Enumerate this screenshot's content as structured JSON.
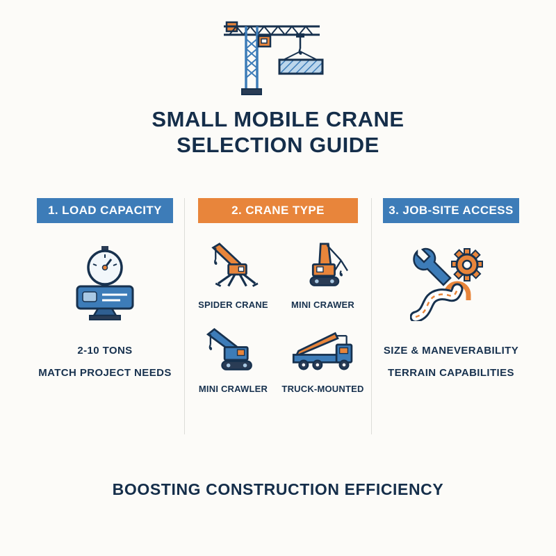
{
  "page": {
    "title_line1": "SMALL MOBILE CRANE",
    "title_line2": "SELECTION GUIDE",
    "footer": "BOOSTING CONSTRUCTION EFFICIENCY"
  },
  "colors": {
    "navy": "#17314e",
    "blue": "#3d7cb8",
    "orange": "#e8853b",
    "light_blue": "#a9c9e4",
    "track_dark": "#2a3c55",
    "background": "#fcfbf8",
    "divider": "#dcdcd8"
  },
  "hero_icon": "tower-crane-lifting-beam-icon",
  "columns": [
    {
      "header": "1. LOAD CAPACITY",
      "header_color": "#3d7cb8",
      "icon": "load-gauge-icon",
      "lines": [
        "2-10 TONS",
        "MATCH PROJECT NEEDS"
      ]
    },
    {
      "header": "2. CRANE TYPE",
      "header_color": "#e8853b",
      "items": [
        {
          "label": "SPIDER CRANE",
          "icon": "spider-crane-icon"
        },
        {
          "label": "MINI CRAWER",
          "icon": "mini-crawler-crane-icon"
        },
        {
          "label": "MINI CRAWLER",
          "icon": "mini-crawler-blue-crane-icon"
        },
        {
          "label": "TRUCK-MOUNTED",
          "icon": "truck-mounted-crane-icon"
        }
      ]
    },
    {
      "header": "3. JOB-SITE ACCESS",
      "header_color": "#3d7cb8",
      "icon": "site-access-tools-road-icon",
      "lines": [
        "SIZE & MANEVERABILITY",
        "TERRAIN CAPABILITIES"
      ]
    }
  ]
}
